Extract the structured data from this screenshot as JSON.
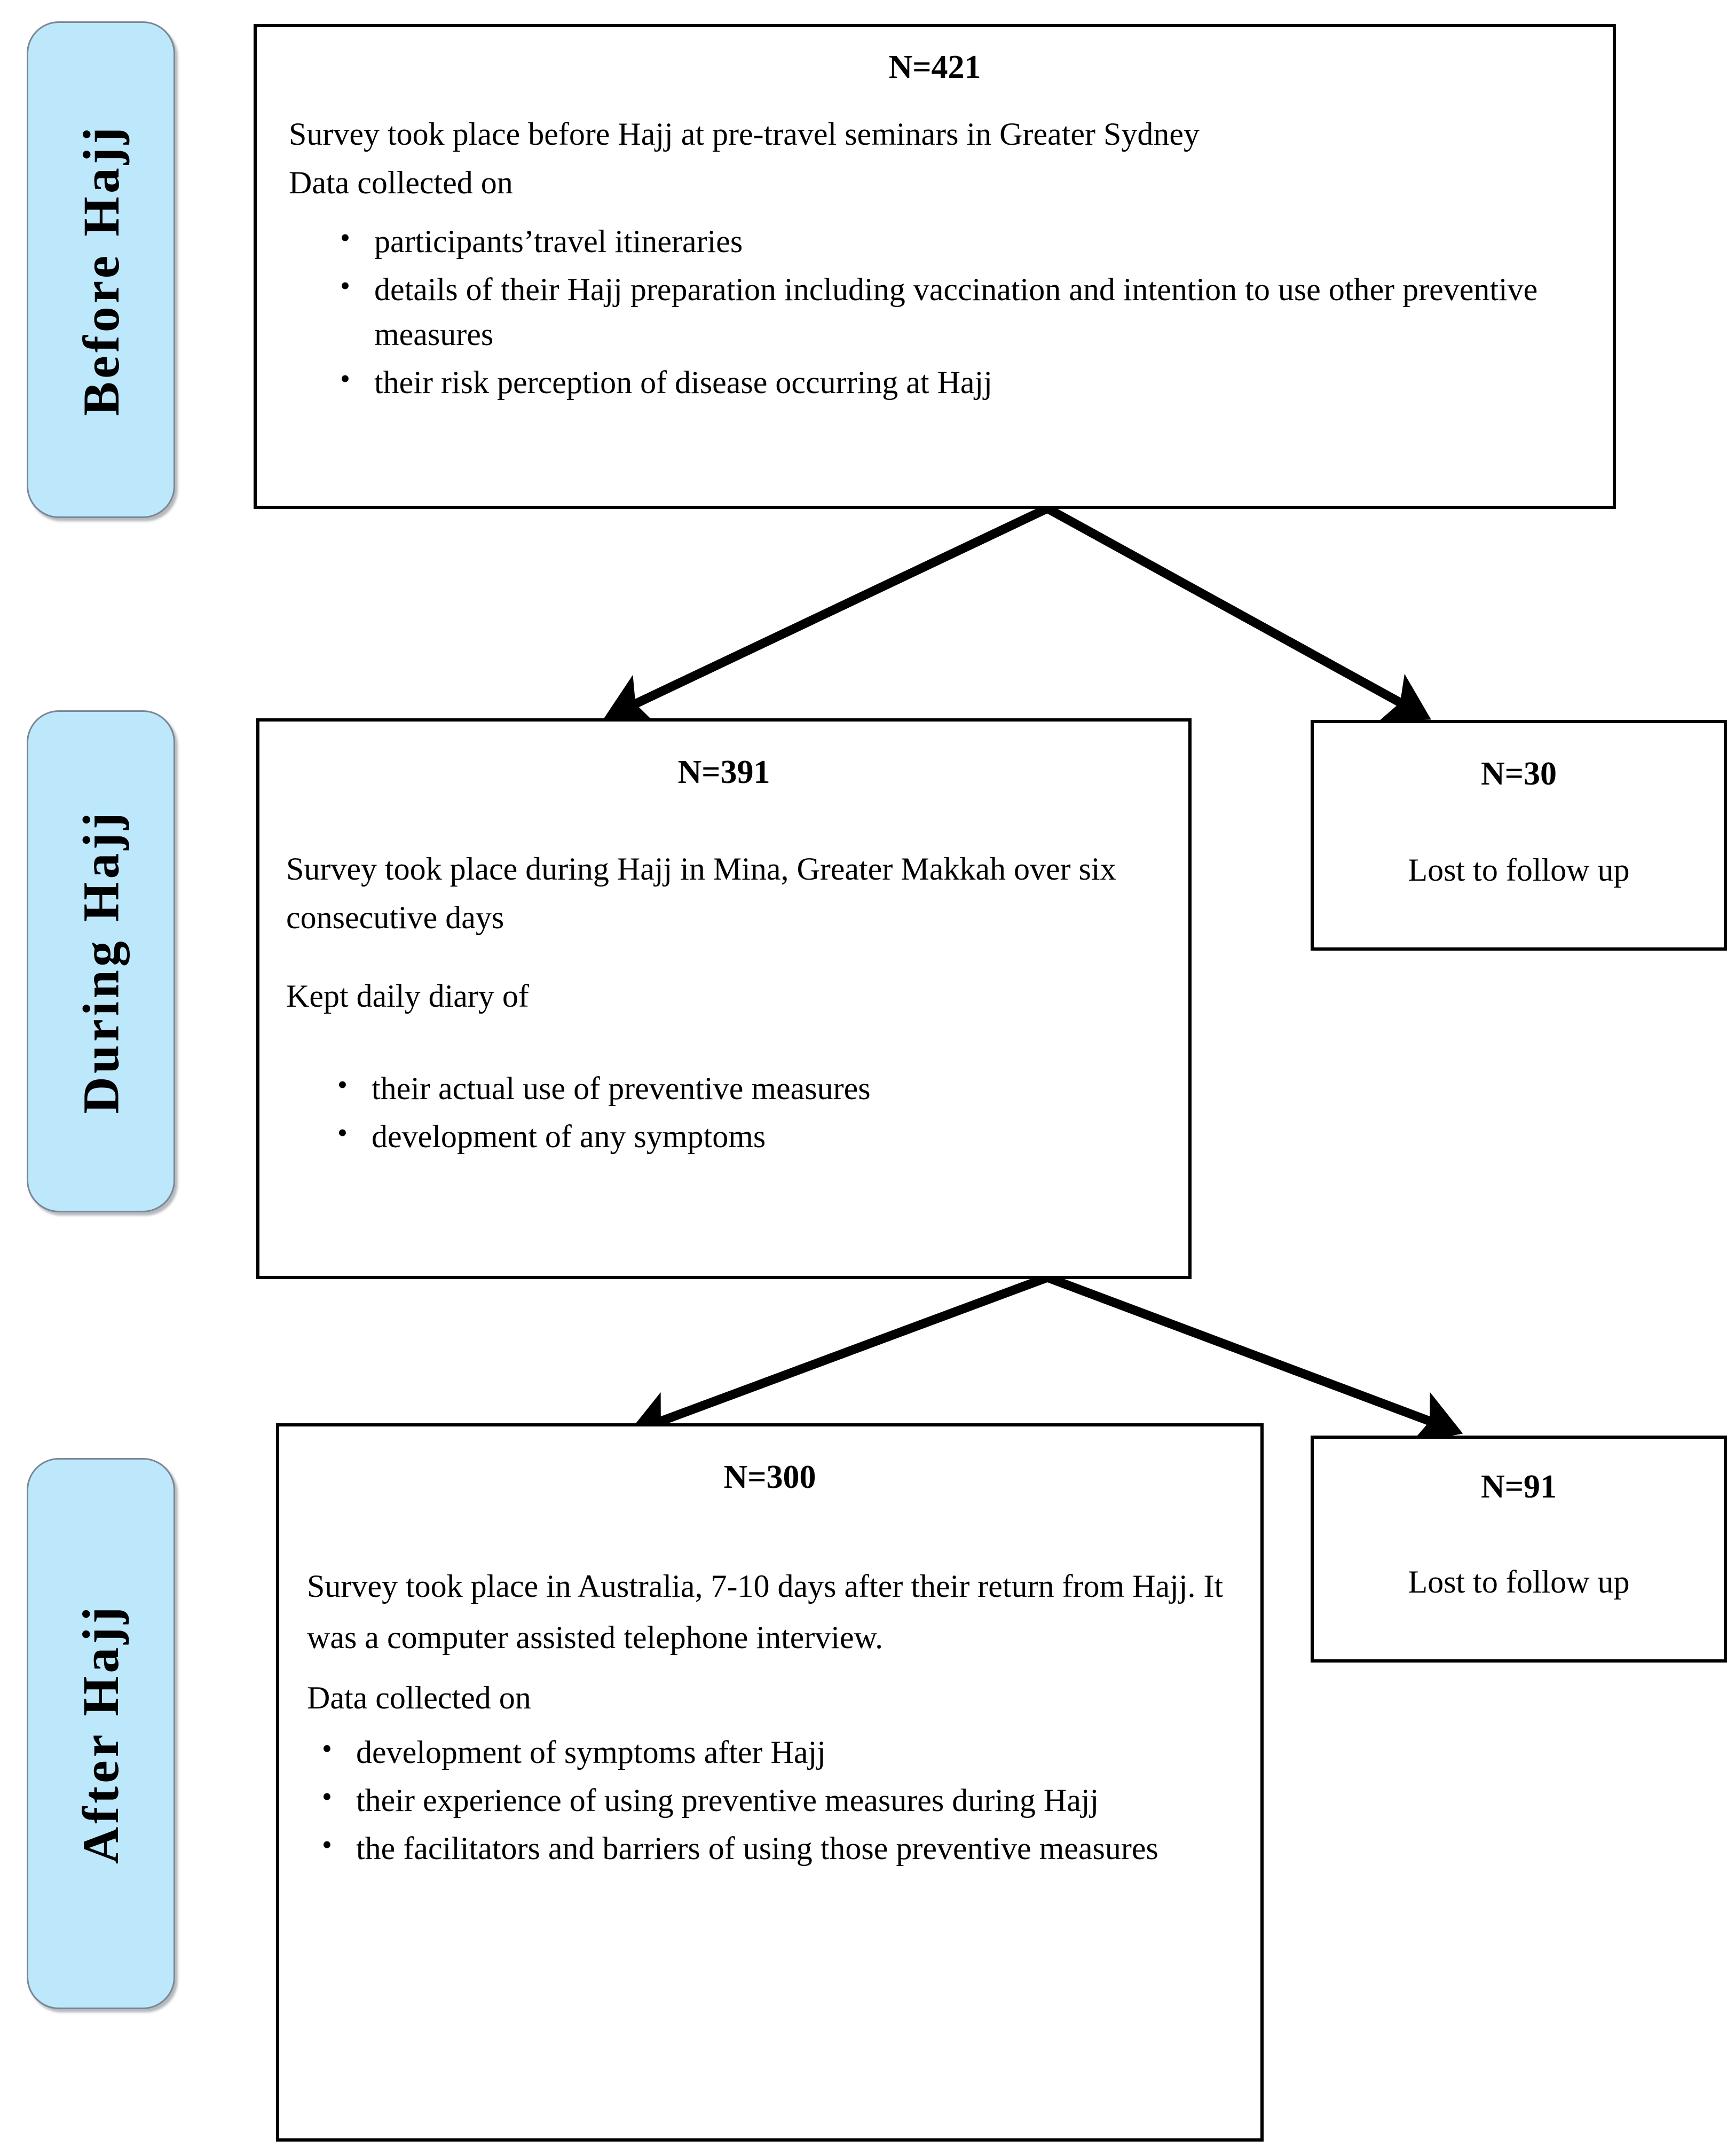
{
  "stages": [
    {
      "label": "Before Hajj"
    },
    {
      "label": "During Hajj"
    },
    {
      "label": "After Hajj"
    }
  ],
  "boxes": {
    "before": {
      "n": "N=421",
      "paragraph": "Survey took place before Hajj at pre-travel seminars in Greater Sydney",
      "lead": "Data collected on",
      "bullets": [
        "participants’travel itineraries",
        "details of their Hajj preparation including vaccination and intention to use other preventive measures",
        "their risk perception of disease occurring at Hajj"
      ]
    },
    "during": {
      "n": "N=391",
      "paragraph": "Survey took place during Hajj in Mina, Greater Makkah over six consecutive days",
      "lead": "Kept daily diary of",
      "bullets": [
        "their actual use of preventive measures",
        "development of any symptoms"
      ]
    },
    "during_lost": {
      "n": "N=30",
      "text": "Lost to follow up"
    },
    "after": {
      "n": "N=300",
      "paragraph": "Survey took place in Australia, 7-10 days after their return from Hajj. It was a computer assisted telephone interview.",
      "lead": "Data collected on",
      "bullets": [
        "development of symptoms after Hajj",
        "their experience of using preventive measures during Hajj",
        "the facilitators and barriers of using those preventive measures"
      ]
    },
    "after_lost": {
      "n": "N=91",
      "text": "Lost to follow up"
    }
  },
  "colors": {
    "stage_fill": "#BDE8FC",
    "stage_border": "#7A8694",
    "box_border": "#000000",
    "arrow": "#000000",
    "text": "#000000"
  }
}
